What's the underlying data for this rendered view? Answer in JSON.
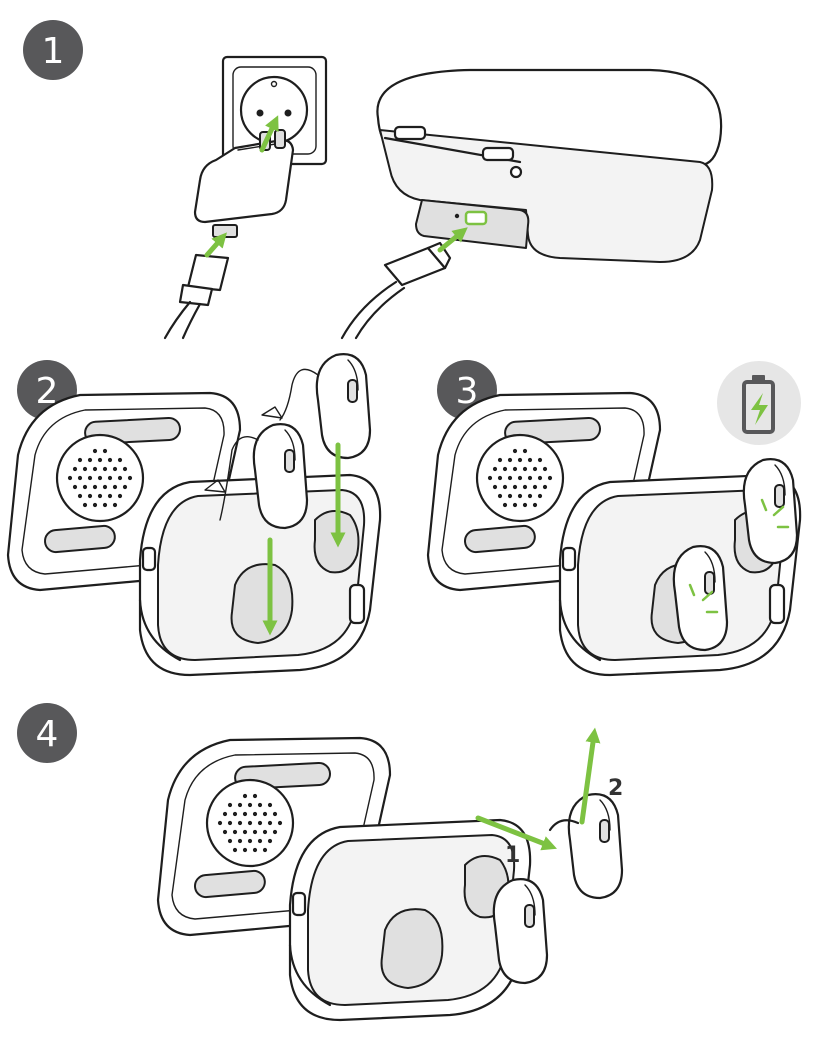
{
  "steps": [
    {
      "number": "1"
    },
    {
      "number": "2"
    },
    {
      "number": "3"
    },
    {
      "number": "4"
    }
  ],
  "callouts": {
    "remove_first": "1",
    "remove_second": "2"
  },
  "colors": {
    "step_badge": "#58585a",
    "arrow": "#7dc242",
    "line": "#1e1e1e",
    "battery_bg": "#e6e6e6",
    "battery_fill": "#7dc242"
  },
  "icons": {
    "charging_status": "battery-charging-icon"
  }
}
